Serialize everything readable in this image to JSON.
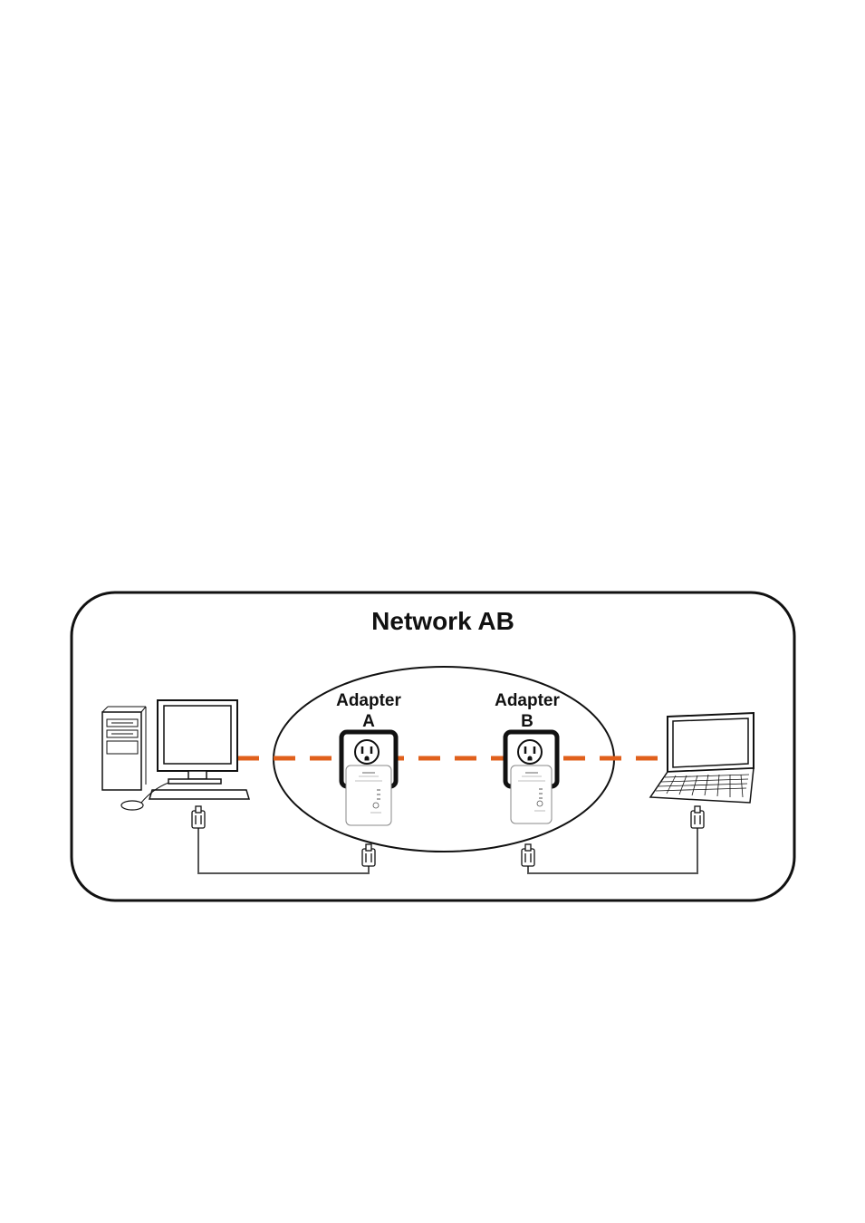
{
  "diagram": {
    "title": "Network AB",
    "adapter_a": {
      "line1": "Adapter",
      "line2": "A"
    },
    "adapter_b": {
      "line1": "Adapter",
      "line2": "B"
    }
  },
  "colors": {
    "link": "#e0601c",
    "outline": "#111111",
    "cable": "#555555"
  },
  "icons": [
    "desktop-computer-icon",
    "laptop-icon",
    "wall-outlet-icon",
    "powerline-adapter-icon",
    "ethernet-plug-icon"
  ]
}
